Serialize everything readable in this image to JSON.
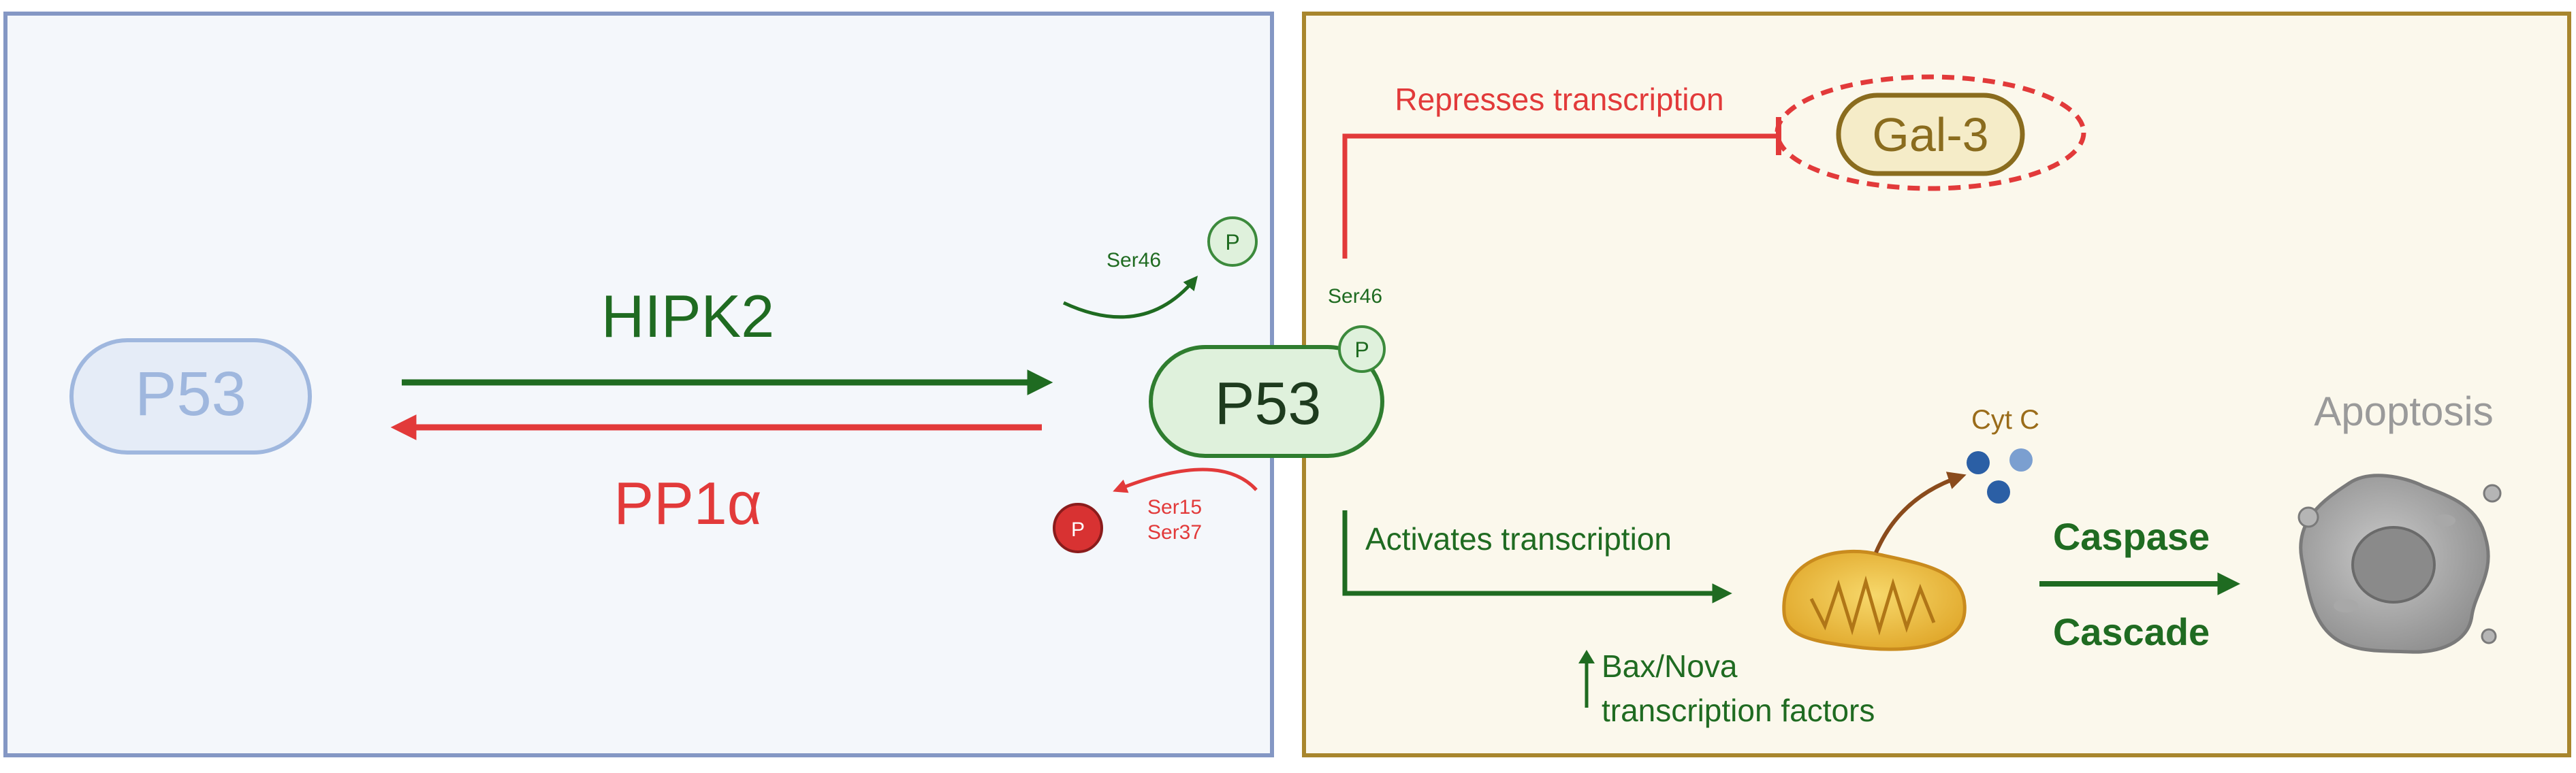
{
  "colors": {
    "green": "#1f6b21",
    "red": "#e23a3a",
    "left_panel_border": "#8497c4",
    "left_panel_fill": "#f4f7fb",
    "right_panel_border": "#a8862d",
    "right_panel_fill": "#fbf8ec",
    "inactive_p53": "#9fb7de",
    "gal3_text": "#8a6c1e",
    "cytc_text": "#9a6c1a",
    "apoptosis_text": "#9a9a9a"
  },
  "left_panel": {
    "p53_inactive": "P53",
    "forward_label": "HIPK2",
    "reverse_label": "PP1α"
  },
  "center": {
    "p53_active": "P53",
    "phospho_symbol": "P",
    "ser46_top": "Ser46",
    "ser46_side": "Ser46",
    "ser15": "Ser15",
    "ser37": "Ser37"
  },
  "right_panel": {
    "repress_label": "Represses transcription",
    "gal3": "Gal-3",
    "activate_label": "Activates transcription",
    "bax_line1": "Bax/Nova",
    "bax_line2": "transcription factors",
    "cytc": "Cyt C",
    "caspase_line1": "Caspase",
    "caspase_line2": "Cascade",
    "apoptosis": "Apoptosis"
  },
  "icons": [
    "mitochondrion-icon",
    "apoptotic-cell-icon",
    "up-arrow-icon",
    "phosphate-icon"
  ]
}
